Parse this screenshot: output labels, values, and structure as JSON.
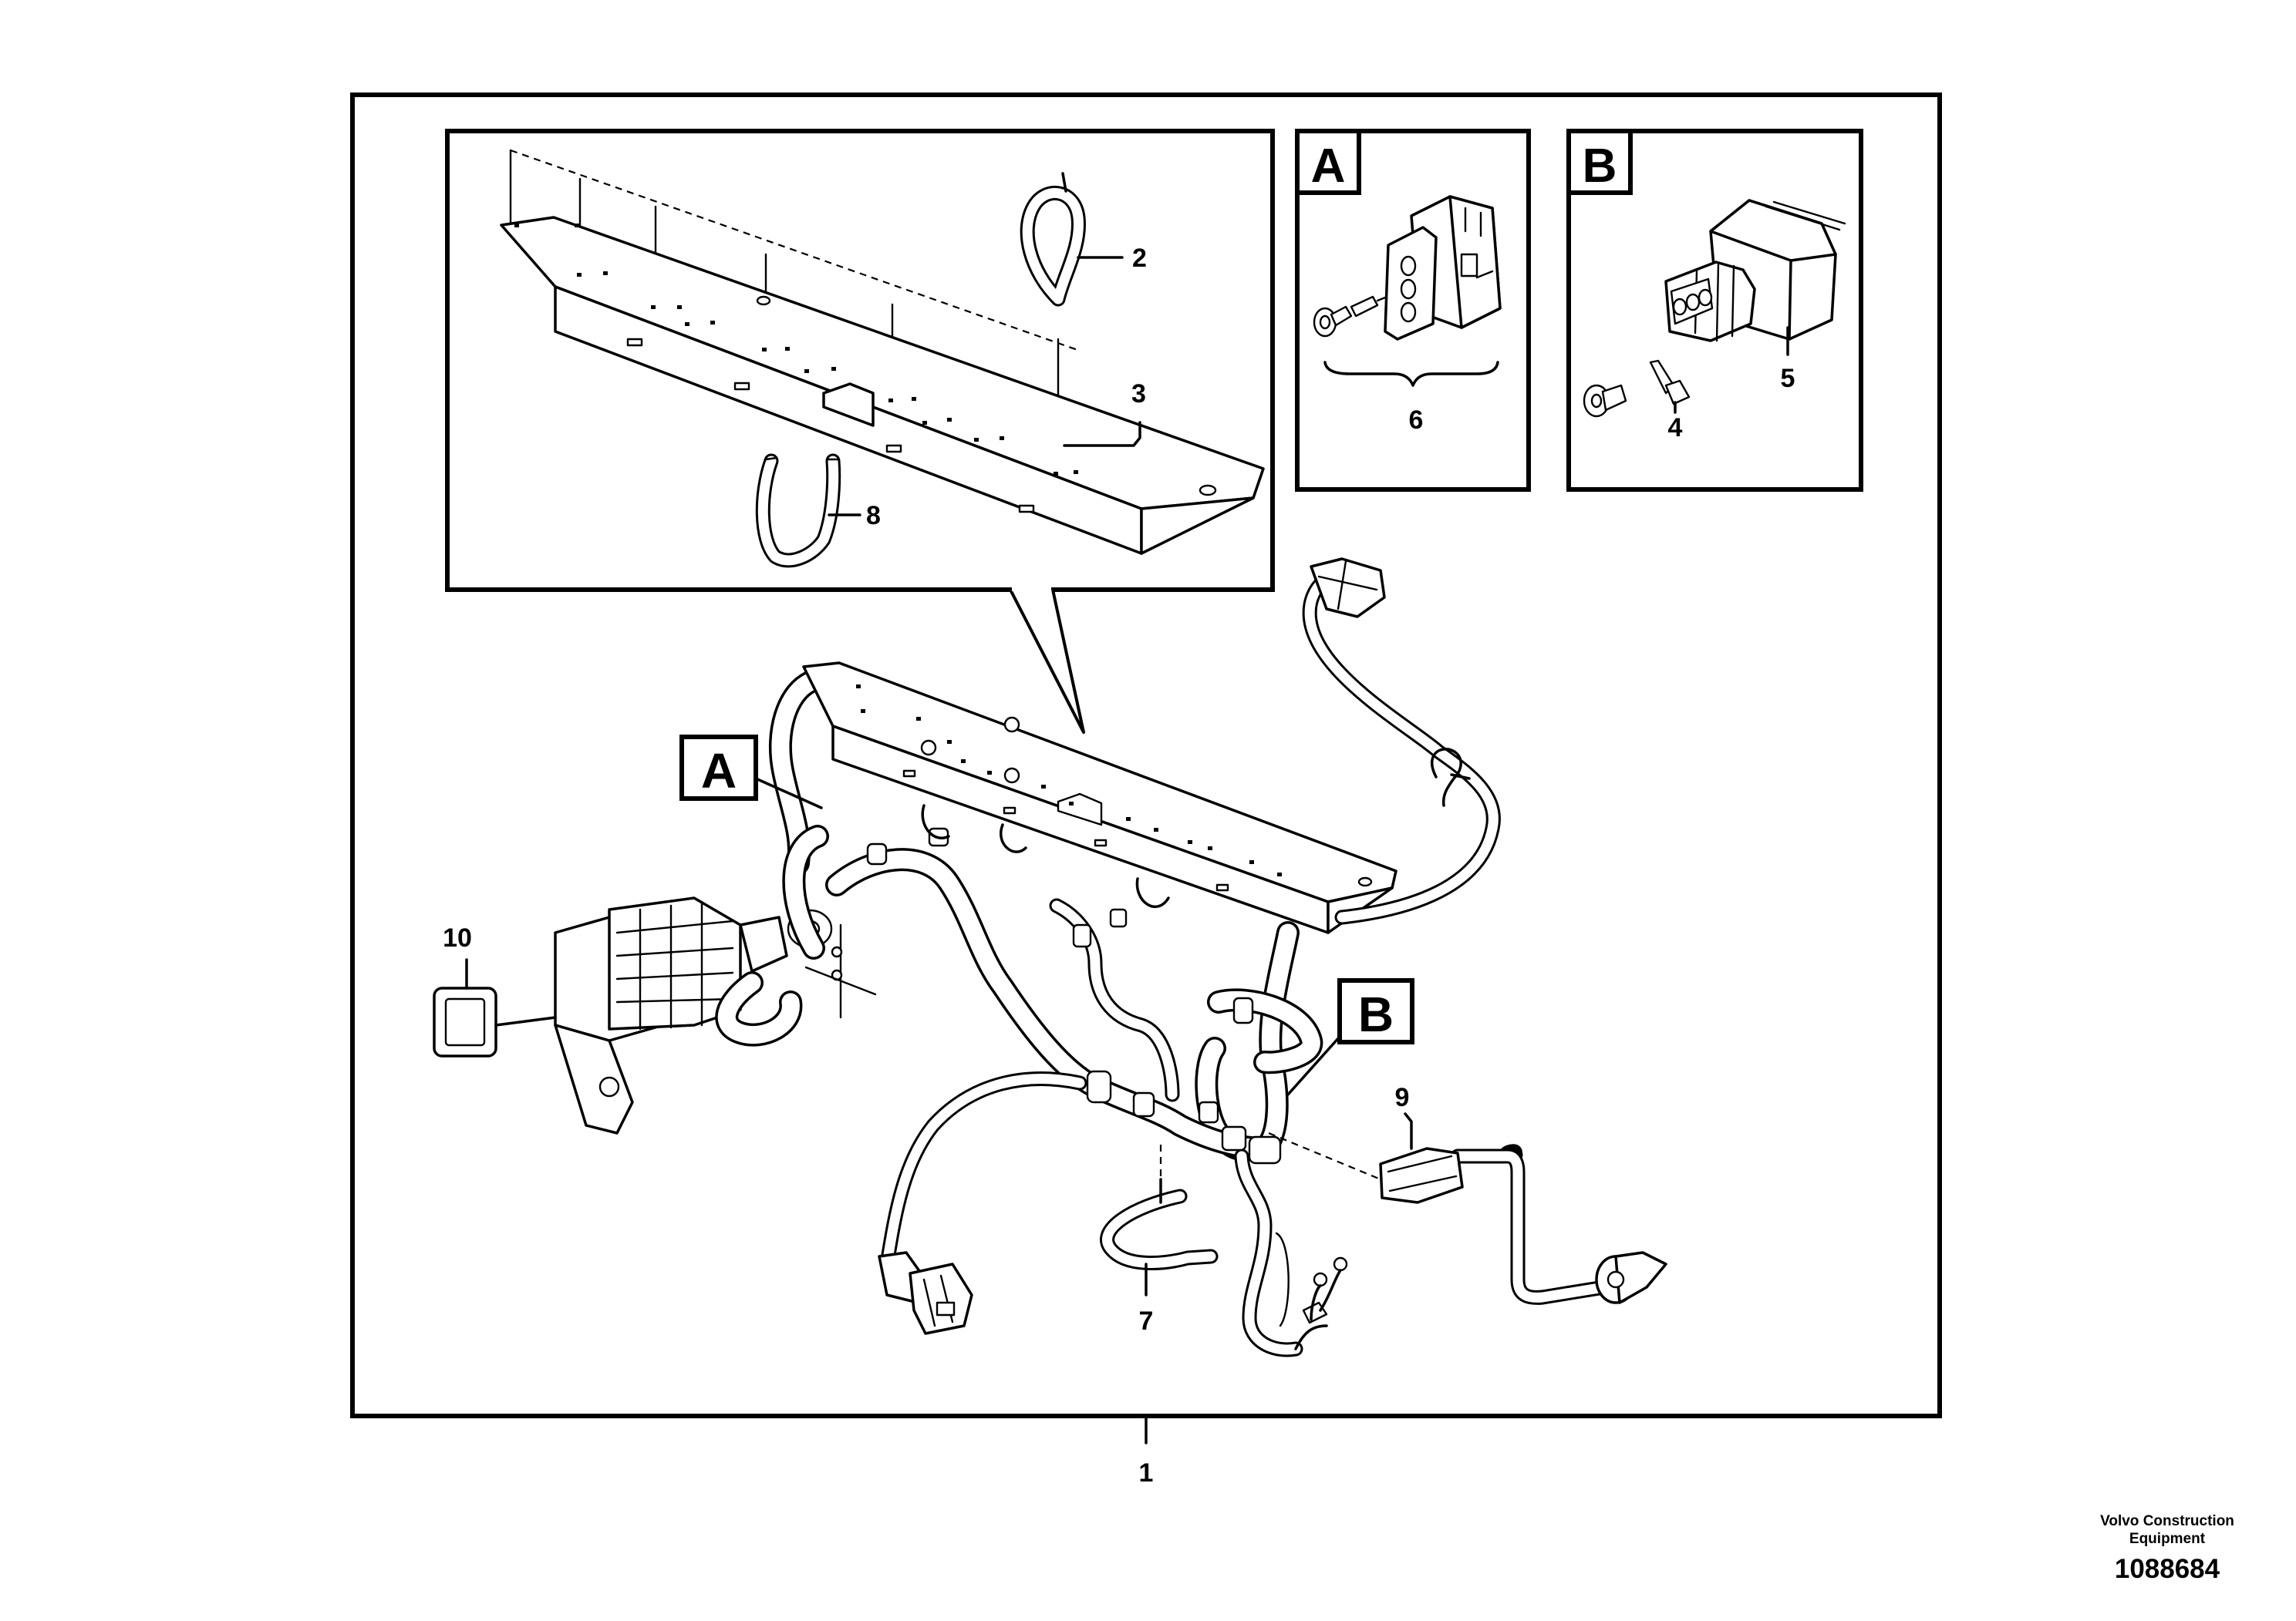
{
  "callouts": {
    "c1": "1",
    "c2": "2",
    "c3": "3",
    "c4": "4",
    "c5": "5",
    "c6": "6",
    "c7": "7",
    "c8": "8",
    "c9": "9",
    "c10": "10"
  },
  "detail_labels": {
    "a": "A",
    "b": "B"
  },
  "caption": {
    "brand": "Volvo Construction Equipment",
    "number": "1088684"
  }
}
